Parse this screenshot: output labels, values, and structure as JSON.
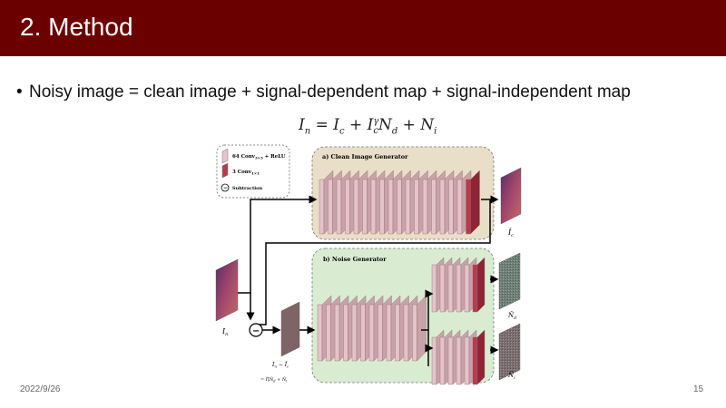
{
  "slide": {
    "title": "2. Method",
    "bullet": "Noisy image = clean image + signal-dependent map + signal-independent map",
    "equation": {
      "lhs": "I",
      "lhs_sub": "n",
      "eq": " = ",
      "t1": "I",
      "t1_sub": "c",
      "plus1": " + ",
      "t2": "I",
      "t2_sub": "c",
      "t2_sup": "γ",
      "t3": "N",
      "t3_sub": "d",
      "plus2": " + ",
      "t4": "N",
      "t4_sub": "i"
    },
    "date": "2022/9/26",
    "page_number": "15"
  },
  "diagram": {
    "legend": {
      "conv3": "64 Conv",
      "conv3_sub": "3×3",
      "conv3_suffix": " + ReLU",
      "conv1": "3 Conv",
      "conv1_sub": "1×1",
      "subtraction": "Subtraction",
      "subtraction_symbol": "−"
    },
    "clean_generator_label": "a)  Clean Image Generator",
    "noise_generator_label": "b)  Noise Generator",
    "input_label": "I",
    "input_sub": "n",
    "clean_output_label": "Î",
    "clean_output_sub": "c",
    "nd_label": "N̂",
    "nd_sub": "d",
    "ni_label": "N̂",
    "ni_sub": "i",
    "residual_line1": "I",
    "residual_line1_sub": "n",
    "residual_line1_rest": " − Î",
    "residual_line1_sub2": "c",
    "residual_line2": "= Î",
    "residual_line2_sub": "c",
    "residual_line2_sup": "γ",
    "residual_line2_rest": "N̂",
    "residual_line2_sub2": "d",
    "residual_line2_plus": " + N̂",
    "residual_line2_sub3": "i",
    "subtraction_symbol": "−",
    "colors": {
      "clean_box": "#e9dfc8",
      "noise_box": "#d9ecd2",
      "layer_pink": "#e6c3c8",
      "layer_red": "#b83a4c",
      "header": "#6b0000"
    }
  }
}
